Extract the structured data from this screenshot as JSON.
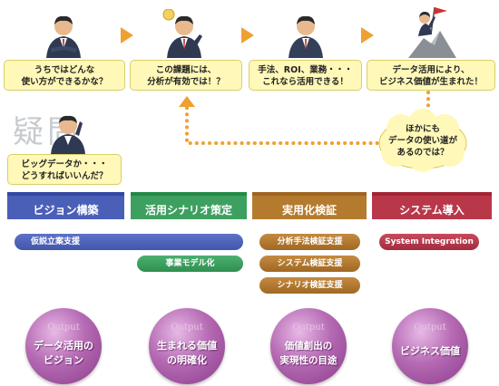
{
  "bubbles": [
    "うちではどんな\n使い方ができるかな？",
    "この課題には、\n分析が有効では！？",
    "手法、ROI、業務・・・\nこれなら活用できる！",
    "データ活用により、\nビジネス価値が生まれた！"
  ],
  "question_bubble": "ビッグデータか・・・\nどうすればいいんだ？",
  "cloud_text": "ほかにも\nデータの使い道が\nあるのでは？",
  "question_kanji": "疑問",
  "phases": [
    {
      "label": "ビジョン構築",
      "color": "#4a5fb8",
      "accent": "#3347a3"
    },
    {
      "label": "活用シナリオ策定",
      "color": "#3ea060",
      "accent": "#238a45"
    },
    {
      "label": "実用化検証",
      "color": "#b47a2e",
      "accent": "#a06420"
    },
    {
      "label": "システム導入",
      "color": "#b8384a",
      "accent": "#a32435"
    }
  ],
  "activities": {
    "vision_1": "仮説立案支援",
    "scenario_1": "事業モデル化",
    "verify_1": "分析手法検証支援",
    "verify_2": "システム検証支援",
    "verify_3": "シナリオ検証支援",
    "system_1": "System Integration"
  },
  "outputs": [
    {
      "tag": "Output",
      "label": "データ活用の\nビジョン"
    },
    {
      "tag": "Output",
      "label": "生まれる価値\nの明確化"
    },
    {
      "tag": "Output",
      "label": "価値創出の\n実現性の目途"
    },
    {
      "tag": "Output",
      "label": "ビジネス価値"
    }
  ]
}
